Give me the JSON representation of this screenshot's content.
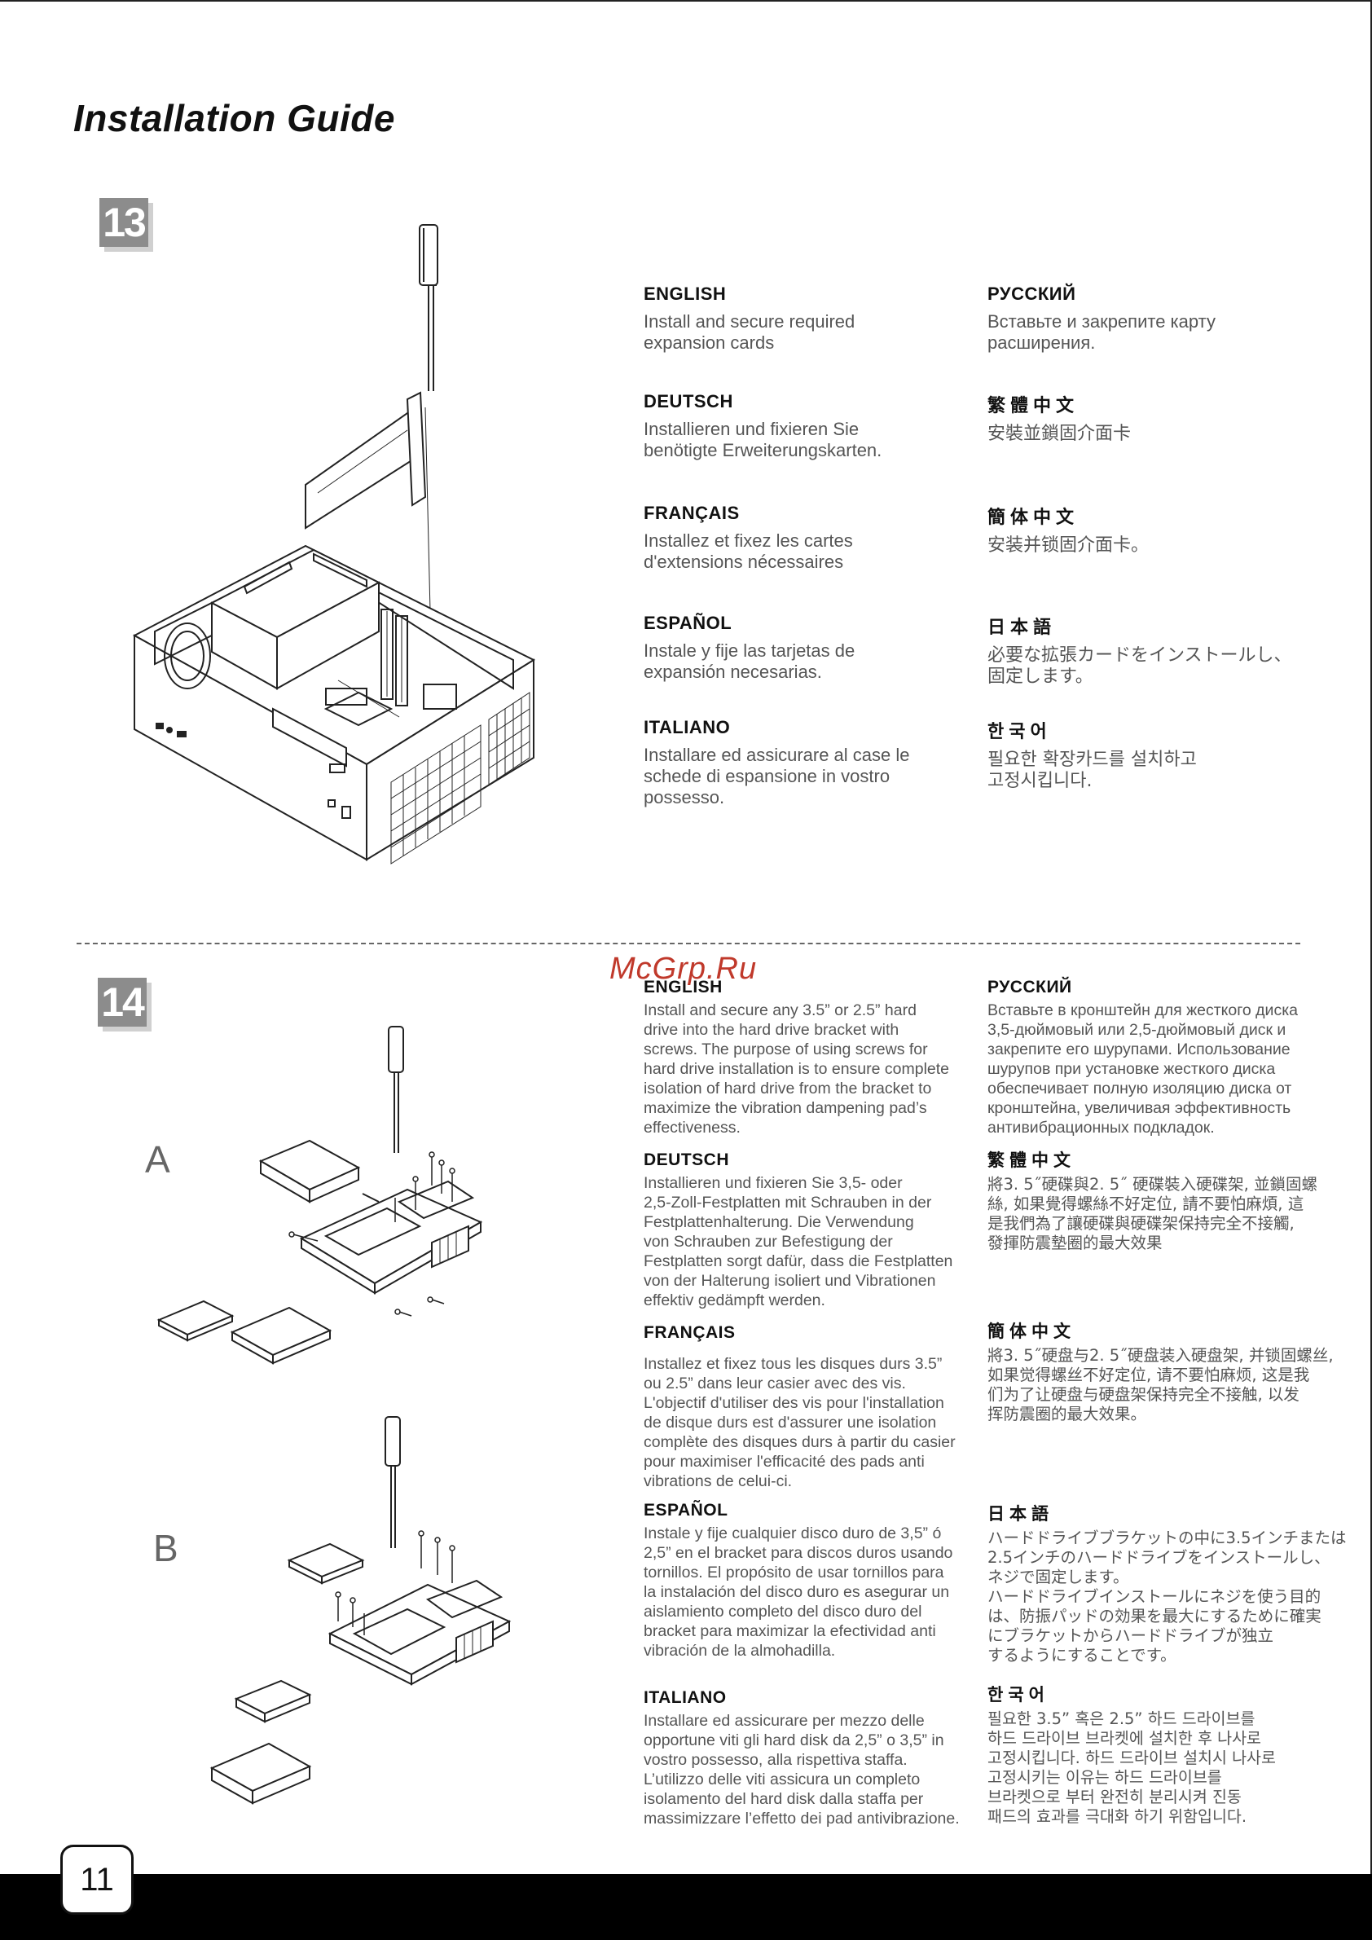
{
  "page": {
    "title": "Installation Guide",
    "page_number": "11",
    "watermark": "McGrp.Ru"
  },
  "step13": {
    "number": "13",
    "languages": [
      {
        "heading": "ENGLISH",
        "text": "Install and secure required\nexpansion cards"
      },
      {
        "heading": "РУССКИЙ",
        "text": "Вставьте и закрепите карту\nрасширения."
      },
      {
        "heading": "DEUTSCH",
        "text": "Installieren und fixieren Sie\nbenötigte Erweiterungskarten."
      },
      {
        "heading": "繁體中文",
        "text": "安裝並鎖固介面卡"
      },
      {
        "heading": "FRANÇAIS",
        "text": "Installez et fixez les cartes\nd'extensions nécessaires"
      },
      {
        "heading": "簡体中文",
        "text": "安装并锁固介面卡。"
      },
      {
        "heading": "ESPAÑOL",
        "text": "Instale y fije las tarjetas de\nexpansión necesarias."
      },
      {
        "heading": "日本語",
        "text": "必要な拡張カードをインストールし、\n固定します。"
      },
      {
        "heading": "ITALIANO",
        "text": "Installare ed assicurare al case le\nschede di espansione in vostro\npossesso."
      },
      {
        "heading": "한국어",
        "text": "필요한 확장카드를 설치하고\n고정시킵니다."
      }
    ]
  },
  "step14": {
    "number": "14",
    "label_a": "A",
    "label_b": "B",
    "languages": [
      {
        "heading": "ENGLISH",
        "text": "Install and secure any 3.5” or 2.5” hard\ndrive into the hard drive bracket with\nscrews.  The purpose of using screws for\nhard drive installation is to ensure complete\nisolation of hard drive from the bracket to\nmaximize the vibration dampening pad’s\neffectiveness."
      },
      {
        "heading": "РУССКИЙ",
        "text": "Вставьте в кронштейн для жесткого диска\n3,5-дюймовый или 2,5-дюймовый диск и\nзакрепите его шурупами. Использование\nшурупов при установке жесткого диска\nобеспечивает полную изоляцию диска от\nкронштейна, увеличивая эффективность\nантивибрационных подкладок."
      },
      {
        "heading": "DEUTSCH",
        "text": "Installieren und fixieren Sie 3,5- oder\n2,5-Zoll-Festplatten mit Schrauben in der\nFestplattenhalterung. Die Verwendung\nvon Schrauben zur Befestigung der\nFestplatten sorgt dafür, dass die Festplatten\nvon der Halterung isoliert und Vibrationen\neffektiv gedämpft werden."
      },
      {
        "heading": "繁體中文",
        "text": "將3. 5˝硬碟與2. 5˝ 硬碟裝入硬碟架, 並鎖固螺\n絲, 如果覺得螺絲不好定位, 請不要怕麻煩, 這\n是我們為了讓硬碟與硬碟架保持完全不接觸,\n發揮防震墊圈的最大效果"
      },
      {
        "heading": "FRANÇAIS",
        "text": "Installez et fixez tous les disques durs 3.5”\nou 2.5” dans leur casier avec des vis.\nL'objectif d'utiliser des vis pour l'installation\nde disque durs est d'assurer une isolation\ncomplète des disques durs à partir du casier\npour maximiser l'efficacité des pads anti\nvibrations de celui-ci."
      },
      {
        "heading": "簡体中文",
        "text": "將3. 5˝硬盘与2. 5˝硬盘装入硬盘架, 并锁固螺丝,\n如果觉得螺丝不好定位, 请不要怕麻烦, 这是我\n们为了让硬盘与硬盘架保持完全不接触, 以发\n挥防震圈的最大效果。"
      },
      {
        "heading": "ESPAÑOL",
        "text": "Instale y fije cualquier disco duro de 3,5” ó\n2,5” en el bracket para discos duros usando\ntornillos. El propósito de usar tornillos para\nla instalación del disco duro es asegurar un\naislamiento completo del disco duro del\nbracket para maximizar la efectividad anti\nvibración de la almohadilla."
      },
      {
        "heading": "日本語",
        "text": "ハードドライブブラケットの中に3.5インチまたは\n2.5インチのハードドライブをインストールし、\nネジで固定します。\nハードドライブインストールにネジを使う目的\nは、防振パッドの効果を最大にするために確実\nにブラケットからハードドライブが独立\nするようにすることです。"
      },
      {
        "heading": "ITALIANO",
        "text": "Installare ed assicurare per mezzo delle\nopportune viti gli hard disk da 2,5” o 3,5” in\nvostro possesso, alla rispettiva staffa.\nL’utilizzo delle viti assicura un completo\nisolamento del hard disk dalla staffa per\nmassimizzare l’effetto dei pad antivibrazione."
      },
      {
        "heading": "한국어",
        "text": "필요한 3.5”  혹은 2.5”  하드 드라이브를\n하드 드라이브 브라켓에 설치한 후 나사로\n고정시킵니다. 하드 드라이브 설치시 나사로\n고정시키는 이유는 하드 드라이브를\n브라켓으로 부터 완전히 분리시켜 진동\n패드의 효과를 극대화 하기 위함입니다."
      }
    ]
  }
}
